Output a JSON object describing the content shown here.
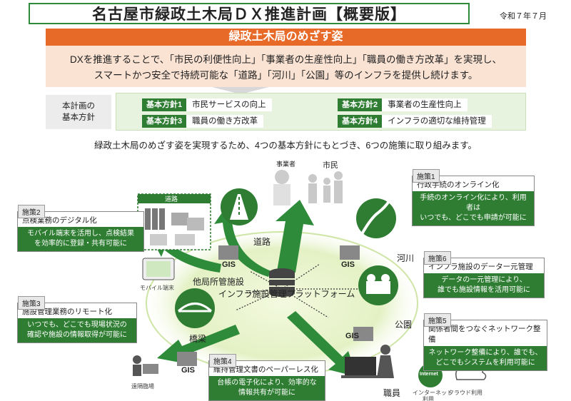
{
  "title": "名古屋市緑政土木局ＤＸ推進計画【概要版】",
  "date": "令和７年７月",
  "vision": {
    "heading": "緑政土木局のめざす姿",
    "line1": "DXを推進することで、「市民の利便性向上」「事業者の生産性向上」「職員の働き方改革」を実現し、",
    "line2": "スマートかつ安全で持続可能な「道路」「河川」「公園」等のインフラを提供し続けます。"
  },
  "policies": {
    "label_line1": "本計画の",
    "label_line2": "基本方針",
    "items": [
      {
        "badge": "基本方針1",
        "text": "市民サービスの向上"
      },
      {
        "badge": "基本方針2",
        "text": "事業者の生産性向上"
      },
      {
        "badge": "基本方針3",
        "text": "職員の働き方改革"
      },
      {
        "badge": "基本方針4",
        "text": "インフラの適切な維持管理"
      }
    ]
  },
  "subtitle": "緑政土木局のめざす姿を実現するため、4つの基本方針にもとづき、6つの施策に取り組みます。",
  "diagram": {
    "center": "インフラ施設管理プラットフォーム",
    "road": "道路",
    "road_box_label": "道路",
    "river": "河川",
    "park": "公園",
    "bridge": "橋梁",
    "other": "他局所管施設",
    "business": "事業者",
    "citizen": "市民",
    "staff": "職員",
    "gis": "GIS",
    "mobile": "モバイル端末",
    "remote": "遠隔臨場",
    "internet_badge": "Internet",
    "internet_line1": "インターネット",
    "internet_line2": "利用",
    "cloud": "クラウド利用"
  },
  "measures": [
    {
      "tag": "施策1",
      "title": "行政手続のオンライン化",
      "desc1": "手続のオンライン化により、利用者は",
      "desc2": "いつでも、どこでも申請が可能に"
    },
    {
      "tag": "施策2",
      "title": "点検業務のデジタル化",
      "desc1": "モバイル端末を活用し、点検結果",
      "desc2": "を効率的に登録・共有可能に"
    },
    {
      "tag": "施策3",
      "title": "施設管理業務のリモート化",
      "desc1": "いつでも、どこでも現場状況の",
      "desc2": "確認や施設の情報取得が可能に"
    },
    {
      "tag": "施策4",
      "title": "維持管理文書のペーパーレス化",
      "desc1": "台帳の電子化により、効率的な",
      "desc2": "情報共有が可能に"
    },
    {
      "tag": "施策5",
      "title": "関係者間をつなぐネットワーク整備",
      "desc1": "ネットワーク整備により、誰でも、",
      "desc2": "どこでもシステムを利用可能に"
    },
    {
      "tag": "施策6",
      "title": "インフラ施設のデーター元管理",
      "desc1": "データの一元管理により、",
      "desc2": "誰でも施設情報を活用可能に"
    }
  ],
  "colors": {
    "green": "#2e7d32",
    "orange": "#e86a28",
    "light_green": "#e8f3df"
  }
}
